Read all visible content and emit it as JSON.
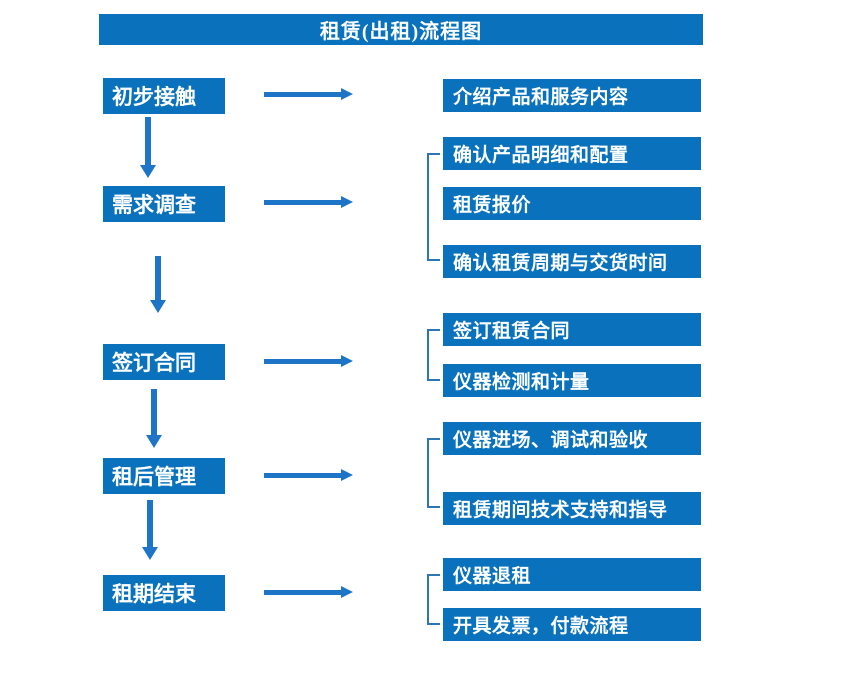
{
  "title": "租赁(出租)流程图",
  "colors": {
    "box_blue": "#0a72bc",
    "arrow_blue": "#1e74c6",
    "bracket_blue": "#2e75b6",
    "text": "#ffffff",
    "background": "#ffffff"
  },
  "steps": [
    {
      "label": "初步接触",
      "details": [
        "介绍产品和服务内容"
      ]
    },
    {
      "label": "需求调查",
      "details": [
        "确认产品明细和配置",
        "租赁报价",
        "确认租赁周期与交货时间"
      ]
    },
    {
      "label": "签订合同",
      "details": [
        "签订租赁合同",
        "仪器检测和计量"
      ]
    },
    {
      "label": "租后管理",
      "details": [
        "仪器进场、调试和验收",
        "租赁期间技术支持和指导"
      ]
    },
    {
      "label": "租期结束",
      "details": [
        "仪器退租",
        "开具发票，付款流程"
      ]
    }
  ]
}
